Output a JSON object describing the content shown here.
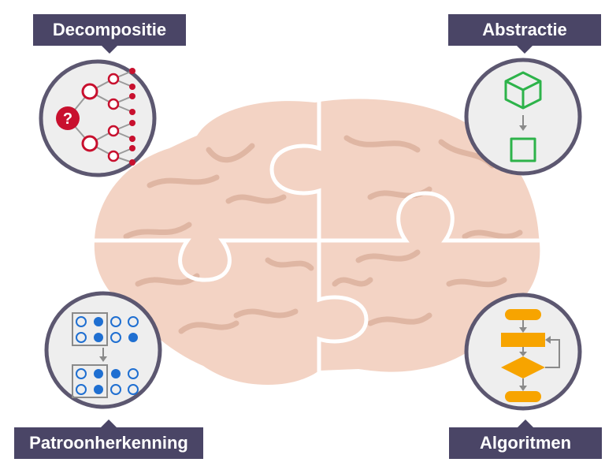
{
  "labels": {
    "decomposition": "Decompositie",
    "abstraction": "Abstractie",
    "pattern_recognition": "Patroonherkenning",
    "algorithms": "Algoritmen"
  },
  "icons": {
    "decomposition": "question-tree-icon",
    "abstraction": "cube-to-square-icon",
    "pattern_recognition": "dot-pattern-icon",
    "algorithms": "flowchart-icon"
  },
  "colors": {
    "label_background": "#4a4566",
    "label_text": "#ffffff",
    "brain": "#f3d3c4",
    "brain_folds": "#dfb6a3",
    "circle_fill": "#eeeeee",
    "circle_border": "#5c5770",
    "decomposition_accent": "#c8102e",
    "abstraction_accent": "#2db34a",
    "pattern_accent": "#1f6fd1",
    "algorithm_accent": "#f7a400"
  }
}
